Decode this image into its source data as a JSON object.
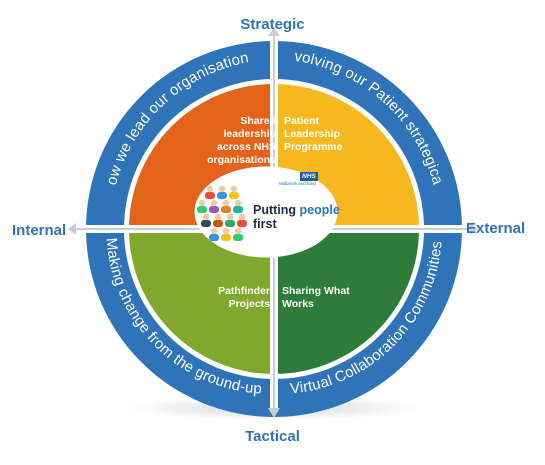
{
  "axes": {
    "top": "Strategic",
    "bottom": "Tactical",
    "left": "Internal",
    "right": "External"
  },
  "ring": {
    "top_left": "How we lead our organisations",
    "top_right": "Involving our Patient strategically",
    "bottom_left": "Making change from the ground-up",
    "bottom_right": "Virtual Collaboration Communities"
  },
  "quadrants": {
    "top_left": {
      "lines": [
        "Shared",
        "leadership",
        "across NHS",
        "organisations"
      ],
      "color": "#e3631b"
    },
    "top_right": {
      "lines": [
        "Patient",
        "Leadership",
        "Programme"
      ],
      "color": "#f6b81f"
    },
    "bottom_left": {
      "lines": [
        "Pathfinder",
        "Projects"
      ],
      "color": "#7fa82c"
    },
    "bottom_right": {
      "lines": [
        "Sharing What",
        "Works"
      ],
      "color": "#2e7c3a"
    }
  },
  "center": {
    "title_part1": "Putting ",
    "title_highlight": "people",
    "title_part2": "first",
    "nhs_logo": "NHS",
    "nhs_region": "Midlands and East"
  },
  "colors": {
    "ring": "#2f73b8",
    "axis_text": "#2f73b8",
    "divider": "#ffffff"
  }
}
